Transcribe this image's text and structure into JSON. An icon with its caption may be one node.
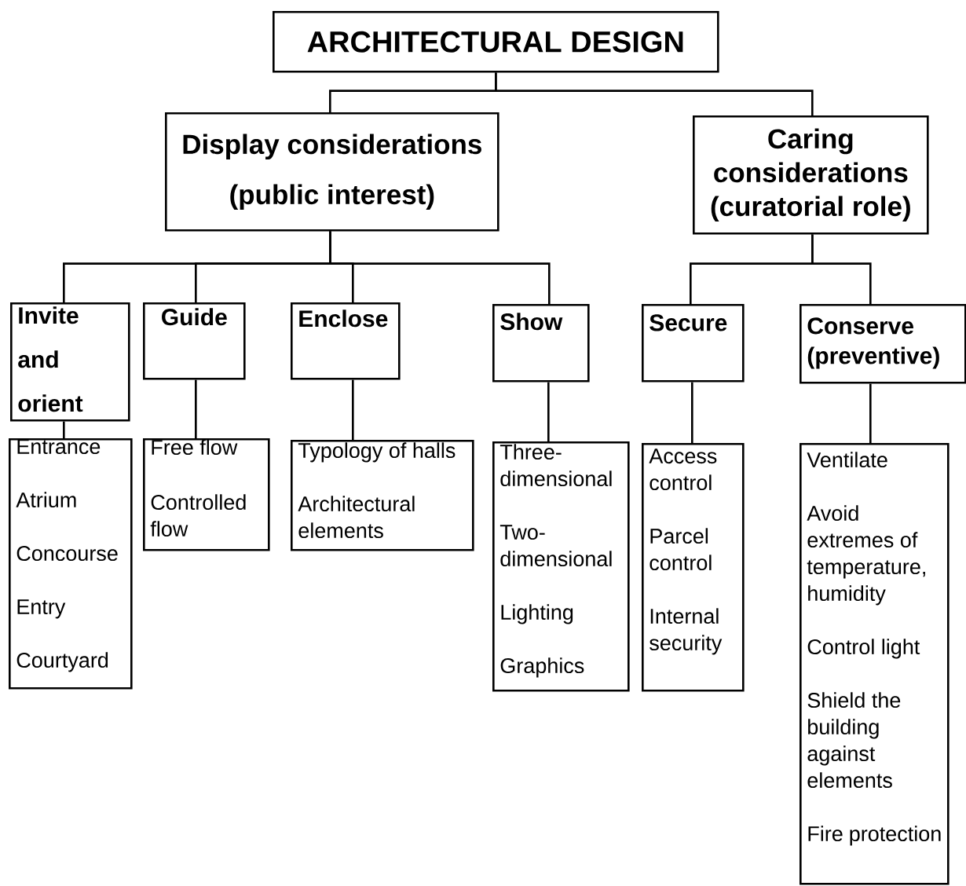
{
  "diagram": {
    "nodes": [
      {
        "text": [
          "ARCHITECTURAL DESIGN"
        ]
      },
      {
        "text": [
          "Display considerations (public interest)"
        ]
      },
      {
        "text": [
          "Caring considerations (curatorial role)"
        ]
      },
      {
        "text": [
          "Invite and orient"
        ]
      },
      {
        "text": [
          "Guide"
        ]
      },
      {
        "text": [
          "Enclose"
        ]
      },
      {
        "text": [
          "Show"
        ]
      },
      {
        "text": [
          "Secure"
        ]
      },
      {
        "text": [
          "Conserve (preventive)"
        ]
      },
      {
        "text": [
          "Entrance",
          "Atrium",
          "Concourse",
          "Entry",
          "Courtyard"
        ]
      },
      {
        "text": [
          "Free flow",
          "Controlled flow"
        ]
      },
      {
        "text": [
          "Typology of halls",
          "Architectural elements"
        ]
      },
      {
        "text": [
          "Three-dimensional",
          "Two-dimensional",
          "Lighting",
          "Graphics"
        ]
      },
      {
        "text": [
          "Access control",
          "Parcel control",
          "Internal security"
        ]
      },
      {
        "text": [
          "Ventilate",
          "Avoid extremes of temperature, humidity",
          "Control light",
          "Shield the building against elements",
          "Fire protection"
        ]
      }
    ],
    "edges": [
      {
        "from": 0,
        "to": 1,
        "arrow": "none"
      },
      {
        "from": 0,
        "to": 2,
        "arrow": "none"
      },
      {
        "from": 1,
        "to": 3,
        "arrow": "none"
      },
      {
        "from": 1,
        "to": 4,
        "arrow": "none"
      },
      {
        "from": 1,
        "to": 5,
        "arrow": "none"
      },
      {
        "from": 1,
        "to": 6,
        "arrow": "none"
      },
      {
        "from": 2,
        "to": 7,
        "arrow": "none"
      },
      {
        "from": 2,
        "to": 8,
        "arrow": "none"
      },
      {
        "from": 3,
        "to": 9,
        "arrow": "none"
      },
      {
        "from": 4,
        "to": 10,
        "arrow": "none"
      },
      {
        "from": 5,
        "to": 11,
        "arrow": "none"
      },
      {
        "from": 6,
        "to": 12,
        "arrow": "none"
      },
      {
        "from": 7,
        "to": 13,
        "arrow": "none"
      },
      {
        "from": 8,
        "to": 14,
        "arrow": "none"
      }
    ]
  }
}
